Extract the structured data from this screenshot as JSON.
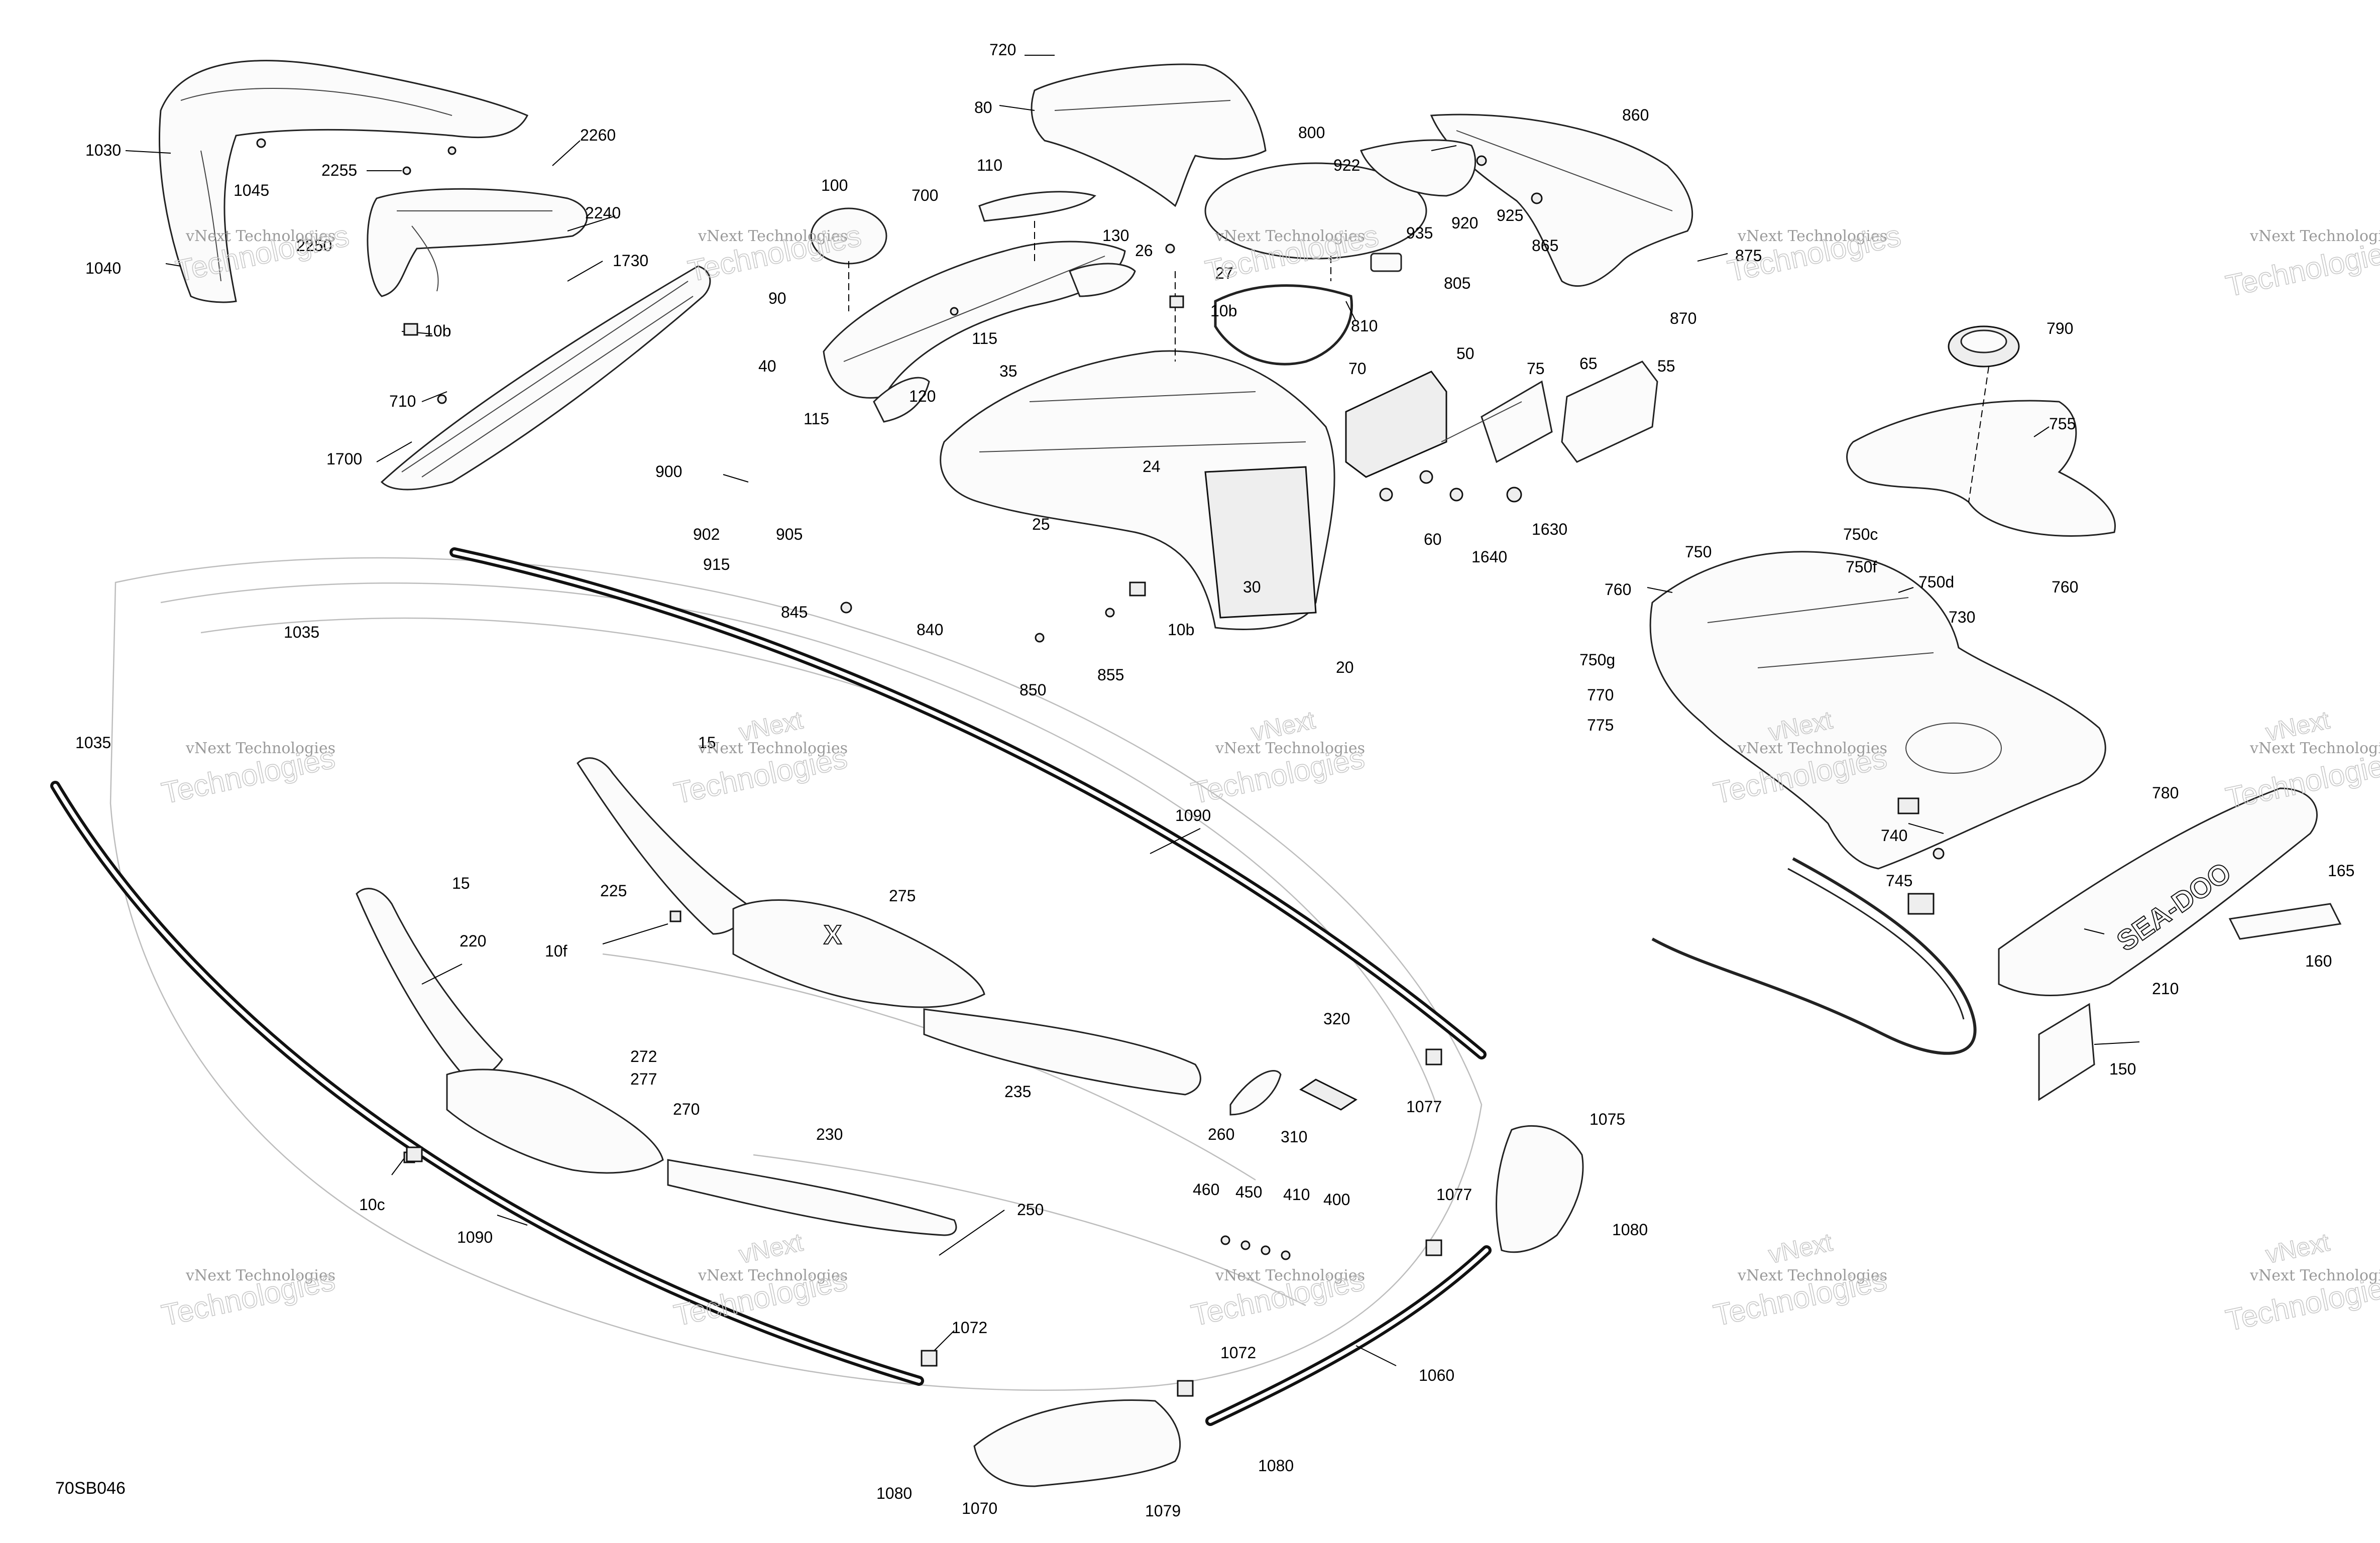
{
  "sheet_id": "70SB046",
  "watermark": {
    "line1": "vNext Technologies",
    "line2": "Technologies",
    "line3": "vNext"
  },
  "callouts": {
    "c1030": "1030",
    "c1045": "1045",
    "c1040": "1040",
    "c2255": "2255",
    "c2260": "2260",
    "c2240": "2240",
    "c2250": "2250",
    "c1730": "1730",
    "c10b_a": "10b",
    "c710": "710",
    "c1700": "1700",
    "c720": "720",
    "c80": "80",
    "c110": "110",
    "c100": "100",
    "c700": "700",
    "c130": "130",
    "c26": "26",
    "c27": "27",
    "c10b_b": "10b",
    "c90": "90",
    "c115_a": "115",
    "c40": "40",
    "c35": "35",
    "c115_b": "115",
    "c120": "120",
    "c800": "800",
    "c810": "810",
    "c922": "922",
    "c860": "860",
    "c920": "920",
    "c925": "925",
    "c935": "935",
    "c865": "865",
    "c805": "805",
    "c875": "875",
    "c870": "870",
    "c70": "70",
    "c50": "50",
    "c75": "75",
    "c65": "65",
    "c55": "55",
    "c790": "790",
    "c755": "755",
    "c60": "60",
    "c1640": "1640",
    "c1630": "1630",
    "c24": "24",
    "c900": "900",
    "c902": "902",
    "c905": "905",
    "c915": "915",
    "c25": "25",
    "c30": "30",
    "c845": "845",
    "c840": "840",
    "c10b_c": "10b",
    "c850": "850",
    "c855": "855",
    "c20": "20",
    "c760_a": "760",
    "c750": "750",
    "c750c": "750c",
    "c750f": "750f",
    "c750d": "750d",
    "c760_b": "760",
    "c730": "730",
    "c750g": "750g",
    "c770": "770",
    "c775": "775",
    "c1035_a": "1035",
    "c1035_b": "1035",
    "c15_a": "15",
    "c15_b": "15",
    "c1090_a": "1090",
    "c225": "225",
    "c275": "275",
    "c10f": "10f",
    "c220": "220",
    "c235": "235",
    "c320": "320",
    "c272": "272",
    "c277": "277",
    "c270": "270",
    "c260": "260",
    "c310": "310",
    "c1077_a": "1077",
    "c230": "230",
    "c10c": "10c",
    "c1090_b": "1090",
    "c250": "250",
    "c460": "460",
    "c450": "450",
    "c410": "410",
    "c400": "400",
    "c1077_b": "1077",
    "c1075": "1075",
    "c1080_a": "1080",
    "c1072_a": "1072",
    "c1072_b": "1072",
    "c1060": "1060",
    "c1080_b": "1080",
    "c1080_c": "1080",
    "c1070": "1070",
    "c1079": "1079",
    "c780": "780",
    "c740": "740",
    "c745": "745",
    "c165": "165",
    "c160": "160",
    "c210": "210",
    "c150": "150"
  },
  "decals": {
    "brand": "SEA-DOO",
    "mark": "X"
  }
}
